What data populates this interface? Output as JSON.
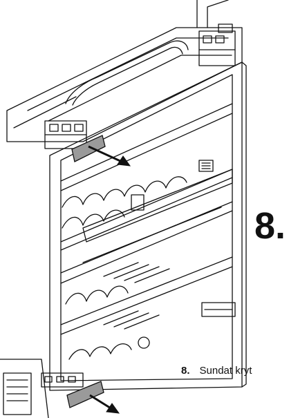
{
  "step": {
    "big_label": "8.",
    "caption_number": "8.",
    "caption_text": "Sundat kryt"
  },
  "icons": [
    "remove-cover-arrow-icon"
  ],
  "colors": {
    "line": "#111111",
    "background": "#ffffff",
    "cover": "#9a9a9a"
  }
}
